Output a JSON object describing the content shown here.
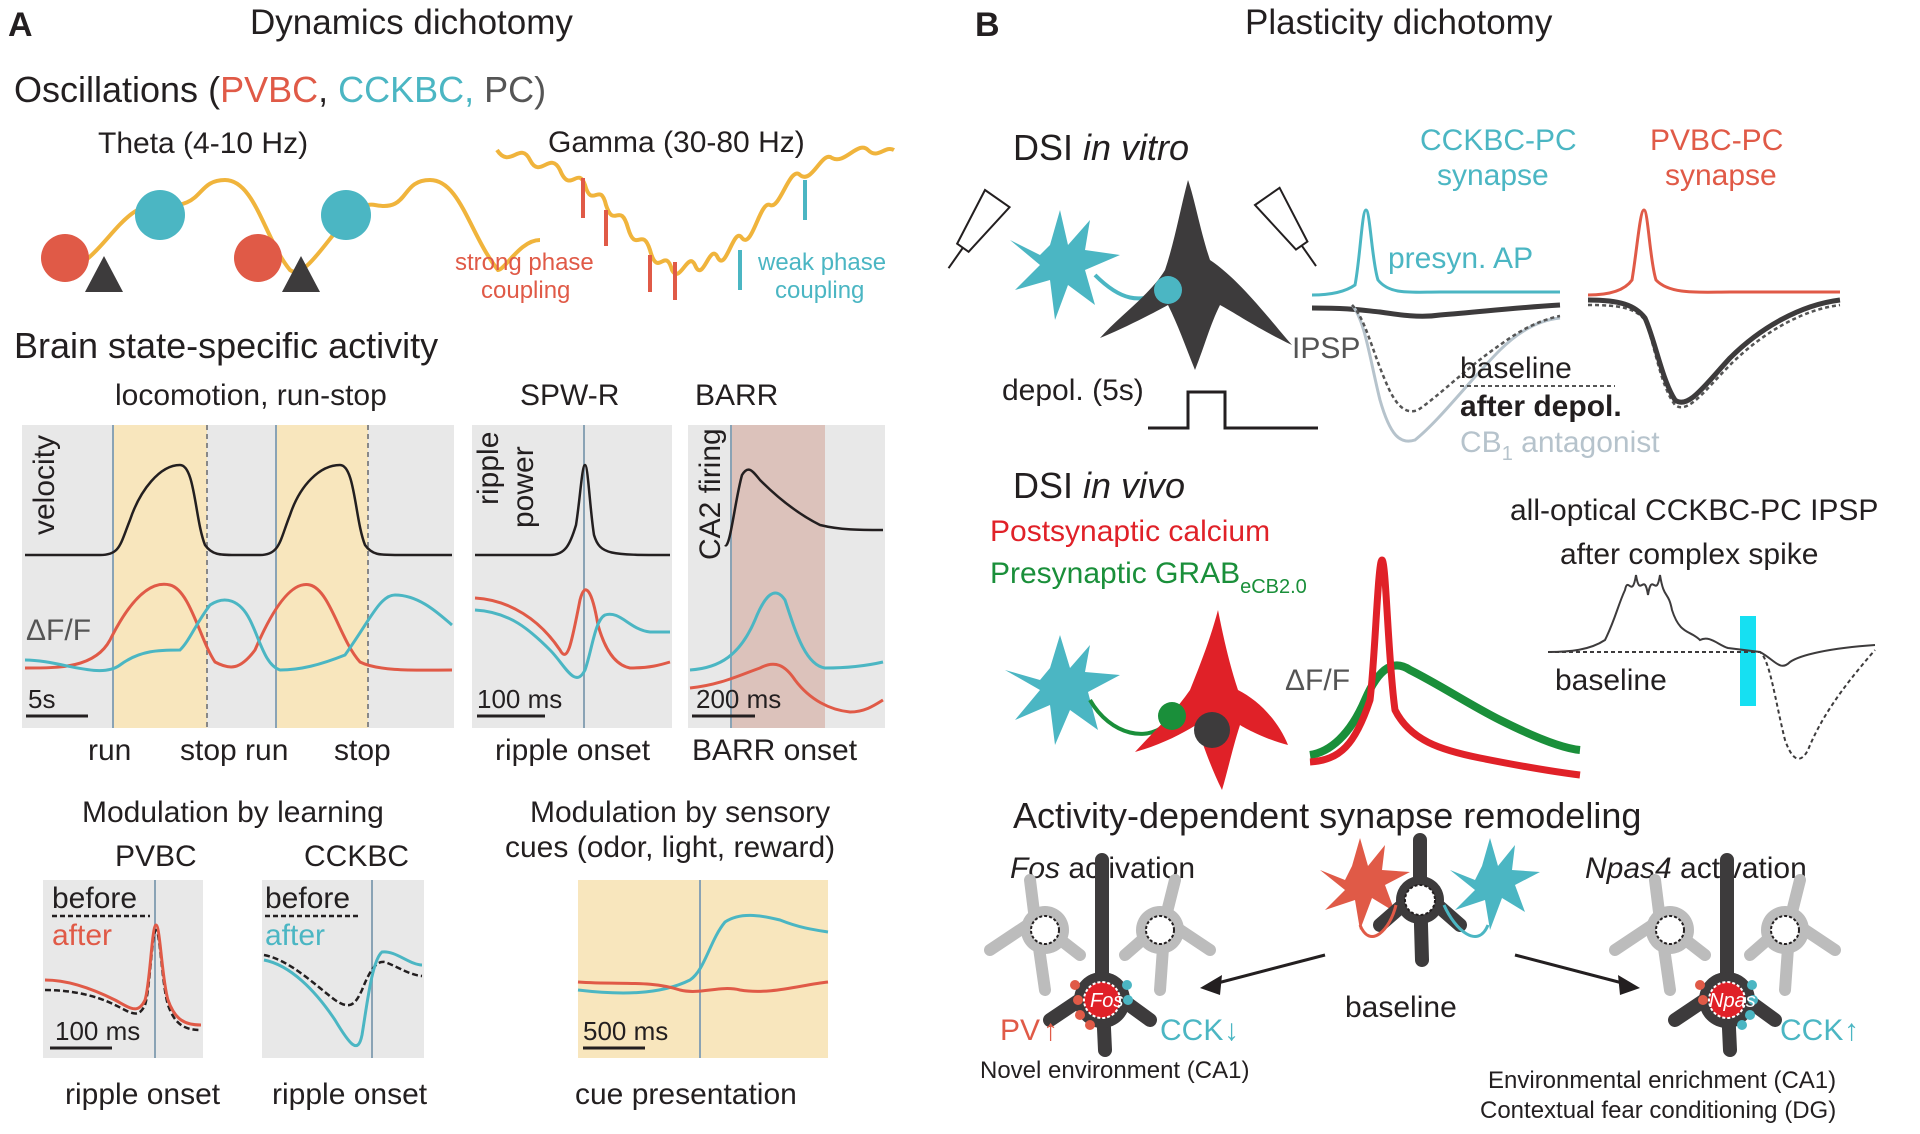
{
  "colors": {
    "pvbc": "#e05a47",
    "cckbc": "#4bb6c3",
    "pc": "#3d3b3c",
    "theta_wave": "#f0b43c",
    "shade_gray": "#e8e8e8",
    "shade_yellow": "#f8e6bd",
    "shade_barr": "#dcc2bb",
    "calcium_red": "#e02128",
    "grab_green": "#1a8f3a",
    "light_cyan": "#16e0f2"
  },
  "panel_a": {
    "letter": "A",
    "title": "Dynamics dichotomy",
    "oscillations": {
      "prefix": "Oscillations (",
      "pvbc": "PVBC",
      "comma1": ", ",
      "cckbc": "CCKBC,",
      "pc": " PC)"
    },
    "theta_label": "Theta (4-10 Hz)",
    "gamma_label": "Gamma (30-80 Hz)",
    "strong_coupling": [
      "strong phase",
      "coupling"
    ],
    "weak_coupling": [
      "weak phase",
      "coupling"
    ],
    "brain_state_title": "Brain state-specific activity",
    "locomotion_title": "locomotion, run-stop",
    "velocity_label": "velocity",
    "dff_label": "ΔF/F",
    "scale_5s": "5s",
    "run_label_1": "run",
    "stop_run_label": "stop run",
    "stop_label_2": "stop",
    "spwr_title": "SPW-R",
    "ripple_power_label": [
      "ripple",
      "power"
    ],
    "scale_100ms": "100 ms",
    "ripple_onset": "ripple onset",
    "barr_title": "BARR",
    "ca2_firing_label": "CA2 firing",
    "scale_200ms": "200 ms",
    "barr_onset": "BARR onset",
    "learning_title": "Modulation by learning",
    "pvbc_label": "PVBC",
    "cckbc_label": "CCKBC",
    "before": "before",
    "after": "after",
    "sensory_title": [
      "Modulation by sensory",
      "cues (odor, light, reward)"
    ],
    "scale_500ms": "500 ms",
    "cue_presentation": "cue presentation"
  },
  "panel_b": {
    "letter": "B",
    "title": "Plasticity dichotomy",
    "dsi_vitro": "DSI ",
    "in_vitro": "in vitro",
    "cckbc_pc": [
      "CCKBC-PC",
      "synapse"
    ],
    "pvbc_pc": [
      "PVBC-PC",
      "synapse"
    ],
    "presyn_ap": "presyn. AP",
    "ipsp": "IPSP",
    "depol": "depol. (5s)",
    "baseline": "baseline",
    "after_depol": "after depol.",
    "cb1_antagonist": "CB",
    "cb1_sub": "1",
    "cb1_rest": " antagonist",
    "dsi_vivo": "DSI ",
    "in_vivo": "in vivo",
    "post_calcium": "Postsynaptic calcium",
    "pre_grab": "Presynaptic GRAB",
    "grab_sub": "eCB2.0",
    "dff_label": "ΔF/F",
    "all_optical": "all-optical CCKBC-PC IPSP",
    "after_complex": "after complex spike",
    "baseline2": "baseline",
    "remodeling_title": "Activity-dependent synapse remodeling",
    "fos": "Fos",
    "activation": " activation",
    "npas4": "Npas4",
    "fos_soma": "Fos",
    "npas_soma": "Npas",
    "pv_label": "PV",
    "cck_label": "CCK",
    "baseline3": "baseline",
    "novel_env": "Novel environment (CA1)",
    "env_enrich": "Environmental enrichment (CA1)",
    "fear_cond": "Contextual fear conditioning (DG)"
  }
}
